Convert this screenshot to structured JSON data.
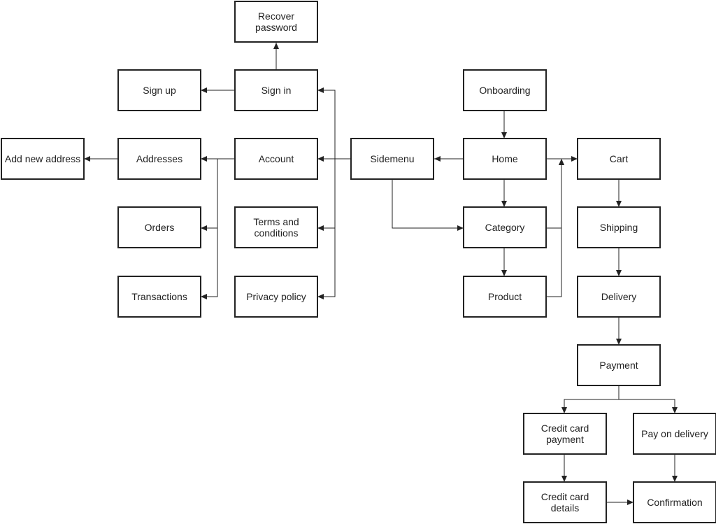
{
  "diagram": {
    "type": "flowchart",
    "nodes": [
      {
        "id": "recover_password",
        "label": "Recover\npassword"
      },
      {
        "id": "sign_up",
        "label": "Sign up"
      },
      {
        "id": "sign_in",
        "label": "Sign in"
      },
      {
        "id": "onboarding",
        "label": "Onboarding"
      },
      {
        "id": "add_new_address",
        "label": "Add new address"
      },
      {
        "id": "addresses",
        "label": "Addresses"
      },
      {
        "id": "account",
        "label": "Account"
      },
      {
        "id": "sidemenu",
        "label": "Sidemenu"
      },
      {
        "id": "home",
        "label": "Home"
      },
      {
        "id": "cart",
        "label": "Cart"
      },
      {
        "id": "orders",
        "label": "Orders"
      },
      {
        "id": "terms",
        "label": "Terms and\nconditions"
      },
      {
        "id": "category",
        "label": "Category"
      },
      {
        "id": "shipping",
        "label": "Shipping"
      },
      {
        "id": "transactions",
        "label": "Transactions"
      },
      {
        "id": "privacy_policy",
        "label": "Privacy policy"
      },
      {
        "id": "product",
        "label": "Product"
      },
      {
        "id": "delivery",
        "label": "Delivery"
      },
      {
        "id": "payment",
        "label": "Payment"
      },
      {
        "id": "credit_card_payment",
        "label": "Credit card\npayment"
      },
      {
        "id": "pay_on_delivery",
        "label": "Pay on delivery"
      },
      {
        "id": "credit_card_details",
        "label": "Credit card\ndetails"
      },
      {
        "id": "confirmation",
        "label": "Confirmation"
      }
    ],
    "edges": [
      {
        "from": "sign_in",
        "to": "recover_password"
      },
      {
        "from": "sign_in",
        "to": "sign_up"
      },
      {
        "from": "sidemenu",
        "to": "sign_in"
      },
      {
        "from": "sidemenu",
        "to": "account"
      },
      {
        "from": "sidemenu",
        "to": "terms"
      },
      {
        "from": "sidemenu",
        "to": "privacy_policy"
      },
      {
        "from": "sidemenu",
        "to": "category"
      },
      {
        "from": "account",
        "to": "addresses"
      },
      {
        "from": "account",
        "to": "orders"
      },
      {
        "from": "account",
        "to": "transactions"
      },
      {
        "from": "addresses",
        "to": "add_new_address"
      },
      {
        "from": "onboarding",
        "to": "home"
      },
      {
        "from": "home",
        "to": "sidemenu"
      },
      {
        "from": "home",
        "to": "category"
      },
      {
        "from": "home",
        "to": "cart"
      },
      {
        "from": "category",
        "to": "product"
      },
      {
        "from": "category",
        "to": "cart"
      },
      {
        "from": "product",
        "to": "cart"
      },
      {
        "from": "cart",
        "to": "shipping"
      },
      {
        "from": "shipping",
        "to": "delivery"
      },
      {
        "from": "delivery",
        "to": "payment"
      },
      {
        "from": "payment",
        "to": "credit_card_payment"
      },
      {
        "from": "payment",
        "to": "pay_on_delivery"
      },
      {
        "from": "credit_card_payment",
        "to": "credit_card_details"
      },
      {
        "from": "credit_card_details",
        "to": "confirmation"
      },
      {
        "from": "pay_on_delivery",
        "to": "confirmation"
      }
    ]
  }
}
